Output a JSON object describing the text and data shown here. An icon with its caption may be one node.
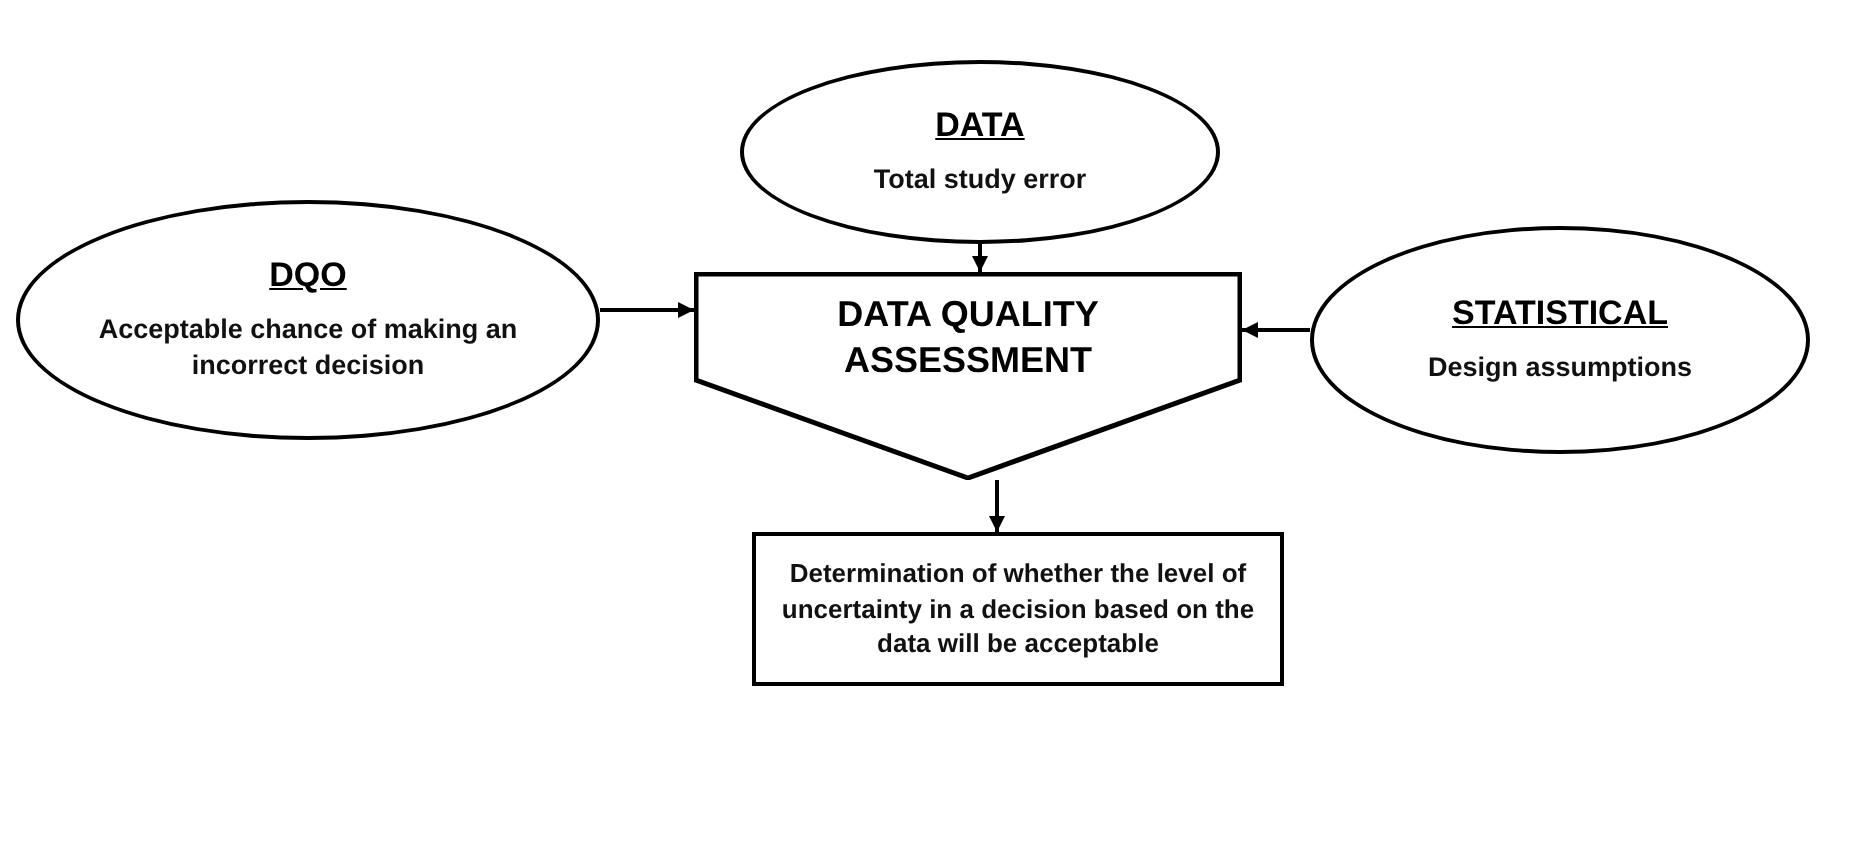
{
  "diagram": {
    "nodes": [
      {
        "text": [
          "DATA",
          "Total study error"
        ]
      },
      {
        "text": [
          "DQO",
          "Acceptable chance of making an incorrect decision"
        ]
      },
      {
        "text": [
          "DATA QUALITY ASSESSMENT"
        ]
      },
      {
        "text": [
          "STATISTICAL",
          "Design assumptions"
        ]
      },
      {
        "text": [
          "Determination of whether the level of uncertainty in a decision based on the data will be acceptable"
        ]
      }
    ],
    "edges": [
      {
        "from": 0,
        "to": 2,
        "arrow": "to"
      },
      {
        "from": 1,
        "to": 2,
        "arrow": "to"
      },
      {
        "from": 3,
        "to": 2,
        "arrow": "to"
      },
      {
        "from": 2,
        "to": 4,
        "arrow": "to"
      }
    ]
  }
}
